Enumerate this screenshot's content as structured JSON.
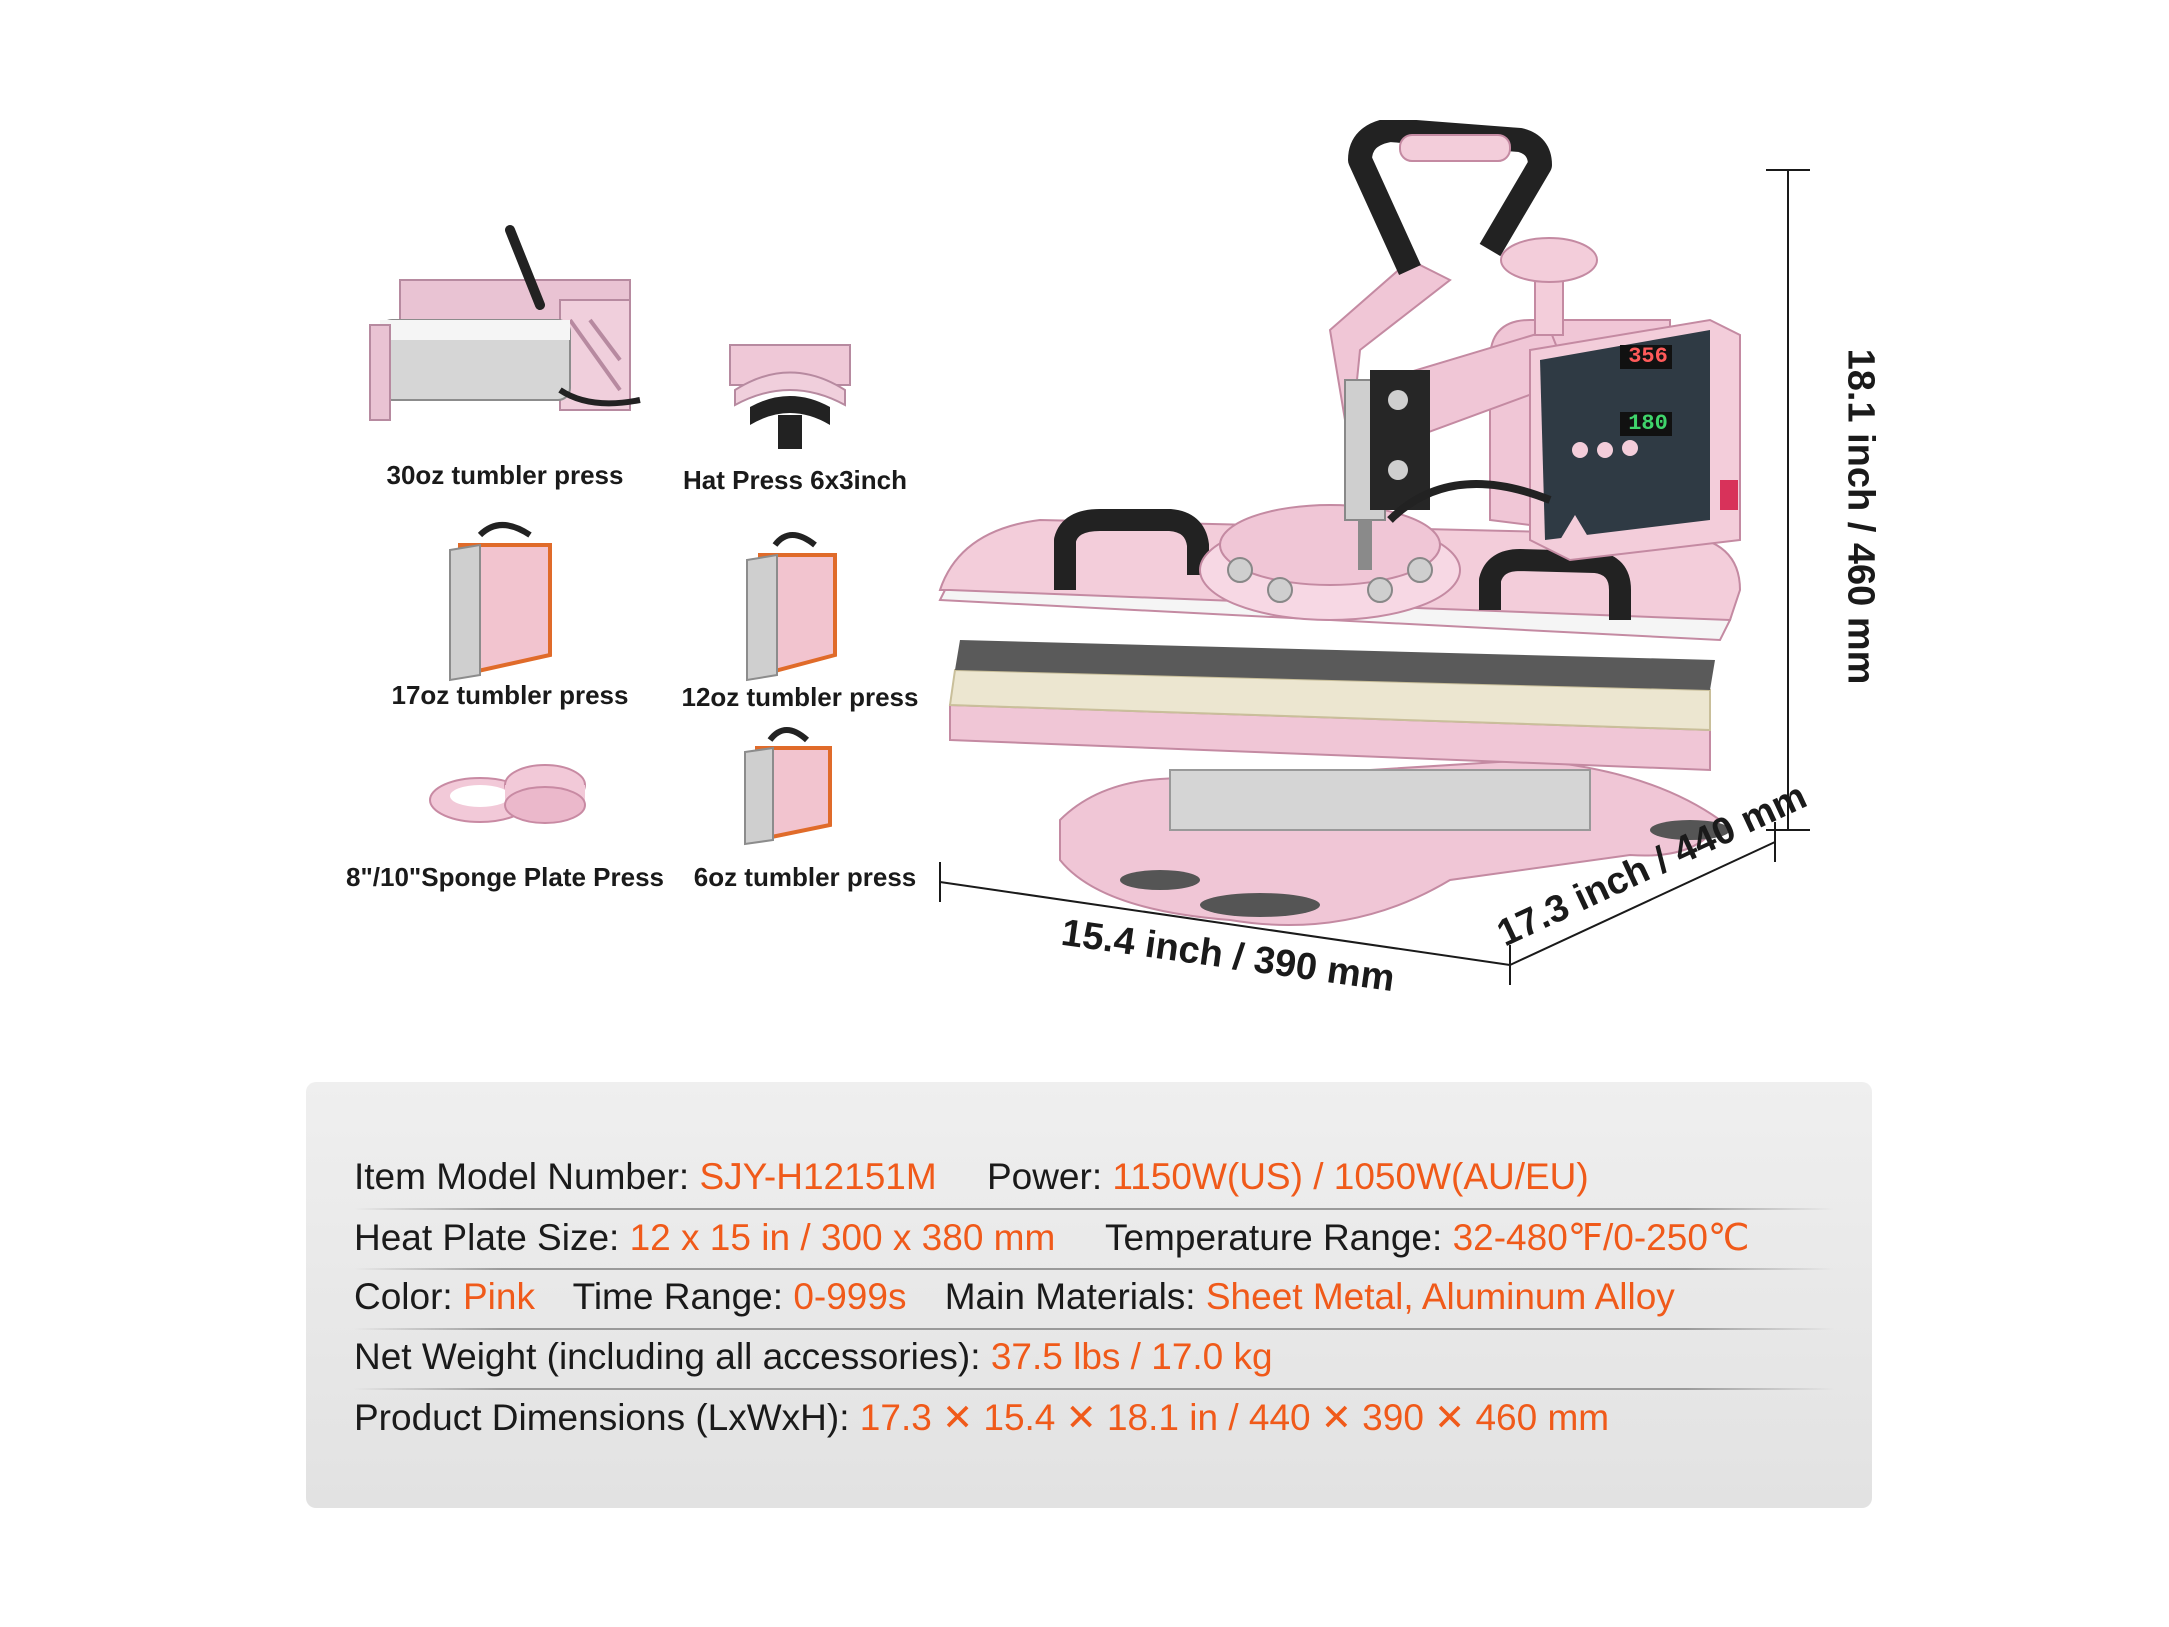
{
  "colors": {
    "accent": "#f05a1a",
    "product": "#f2c9d8",
    "panel": "#e8e8e8"
  },
  "accessories": [
    {
      "label": "30oz tumbler press",
      "icon": "tumbler-30oz-press-icon"
    },
    {
      "label": "Hat Press 6x3inch",
      "icon": "hat-press-icon"
    },
    {
      "label": "17oz tumbler press",
      "icon": "tumbler-17oz-press-icon"
    },
    {
      "label": "12oz tumbler press",
      "icon": "tumbler-12oz-press-icon"
    },
    {
      "label": "8\"/10\"Sponge Plate Press",
      "icon": "sponge-plate-press-icon"
    },
    {
      "label": "6oz tumbler press",
      "icon": "tumbler-6oz-press-icon"
    }
  ],
  "dimensions": {
    "height": "18.1 inch / 460 mm",
    "width": "15.4 inch / 390 mm",
    "depth": "17.3 inch / 440 mm"
  },
  "display": {
    "top": "356",
    "bottom": "180"
  },
  "specs": {
    "model_label": "Item Model Number:",
    "model_value": "SJY-H12151M",
    "power_label": "Power:",
    "power_value": "1150W(US) / 1050W(AU/EU)",
    "plate_label": "Heat Plate Size:",
    "plate_value": "12 x 15 in / 300 x 380 mm",
    "temp_label": "Temperature Range:",
    "temp_value": "32-480℉/0-250℃",
    "color_label": "Color:",
    "color_value": "Pink",
    "time_label": "Time Range:",
    "time_value": "0-999s",
    "materials_label": "Main Materials:",
    "materials_value": "Sheet Metal, Aluminum Alloy",
    "weight_label": "Net Weight (including all accessories):",
    "weight_value": "37.5 lbs / 17.0 kg",
    "dims_label": "Product Dimensions (LxWxH):",
    "dims_value": "17.3 ✕ 15.4 ✕ 18.1 in / 440 ✕ 390 ✕ 460 mm"
  }
}
